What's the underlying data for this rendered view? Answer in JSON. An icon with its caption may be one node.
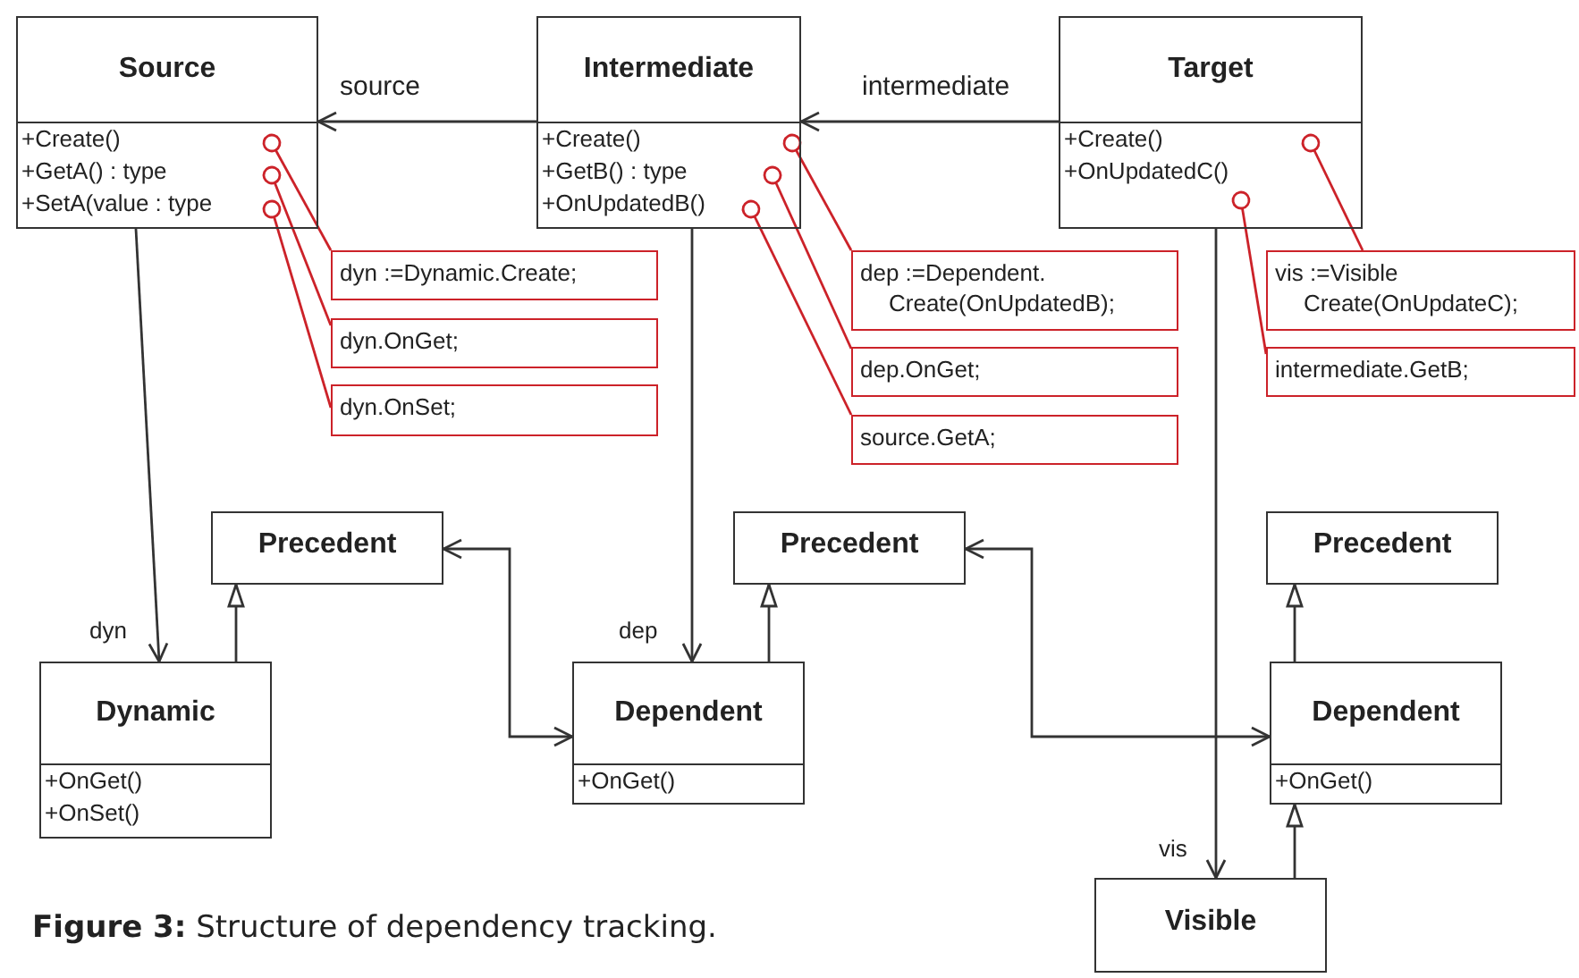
{
  "diagram": {
    "caption": "**Figure 3:** Structure of dependency tracking.",
    "nodes": [
      {
        "text": [
          "Source",
          "+Create()",
          "+GetA() : type",
          "+SetA(value : type"
        ]
      },
      {
        "text": [
          "Intermediate",
          "+Create()",
          "+GetB() : type",
          "+OnUpdatedB()"
        ]
      },
      {
        "text": [
          "Target",
          "+Create()",
          "+OnUpdatedC()"
        ]
      },
      {
        "text": [
          "dyn :=Dynamic.Create;"
        ]
      },
      {
        "text": [
          "dyn.OnGet;"
        ]
      },
      {
        "text": [
          "dyn.OnSet;"
        ]
      },
      {
        "text": [
          "dep :=Dependent. Create(OnUpdatedB);"
        ]
      },
      {
        "text": [
          "dep.OnGet;"
        ]
      },
      {
        "text": [
          "source.GetA;"
        ]
      },
      {
        "text": [
          "vis :=Visible Create(OnUpdateC);"
        ]
      },
      {
        "text": [
          "intermediate.GetB;"
        ]
      },
      {
        "text": [
          "Precedent"
        ]
      },
      {
        "text": [
          "Precedent"
        ]
      },
      {
        "text": [
          "Precedent"
        ]
      },
      {
        "text": [
          "Dynamic",
          "+OnGet()",
          "+OnSet()"
        ]
      },
      {
        "text": [
          "Dependent",
          "+OnGet()"
        ]
      },
      {
        "text": [
          "Dependent",
          "+OnGet()"
        ]
      },
      {
        "text": [
          "Visible"
        ]
      }
    ],
    "edges": [
      {
        "from": 1,
        "to": 0,
        "arrow": "to",
        "label": "source"
      },
      {
        "from": 2,
        "to": 1,
        "arrow": "to",
        "label": "intermediate"
      },
      {
        "from": 0,
        "to": 14,
        "arrow": "to",
        "label": "dyn"
      },
      {
        "from": 1,
        "to": 15,
        "arrow": "to",
        "label": "dep"
      },
      {
        "from": 2,
        "to": 17,
        "arrow": "to",
        "label": "vis"
      },
      {
        "from": 14,
        "to": 11,
        "arrow": "to"
      },
      {
        "from": 15,
        "to": 12,
        "arrow": "to"
      },
      {
        "from": 16,
        "to": 13,
        "arrow": "to"
      },
      {
        "from": 17,
        "to": 16,
        "arrow": "to"
      },
      {
        "from": 11,
        "to": 15,
        "arrow": "both"
      },
      {
        "from": 12,
        "to": 16,
        "arrow": "both"
      },
      {
        "from": 0,
        "to": 3,
        "arrow": "other",
        "color": "#cc2229"
      },
      {
        "from": 0,
        "to": 4,
        "arrow": "other",
        "color": "#cc2229"
      },
      {
        "from": 0,
        "to": 5,
        "arrow": "other",
        "color": "#cc2229"
      },
      {
        "from": 1,
        "to": 6,
        "arrow": "other",
        "color": "#cc2229"
      },
      {
        "from": 1,
        "to": 7,
        "arrow": "other",
        "color": "#cc2229"
      },
      {
        "from": 1,
        "to": 8,
        "arrow": "other",
        "color": "#cc2229"
      },
      {
        "from": 2,
        "to": 9,
        "arrow": "other",
        "color": "#cc2229"
      },
      {
        "from": 2,
        "to": 10,
        "arrow": "other",
        "color": "#cc2229"
      }
    ]
  }
}
